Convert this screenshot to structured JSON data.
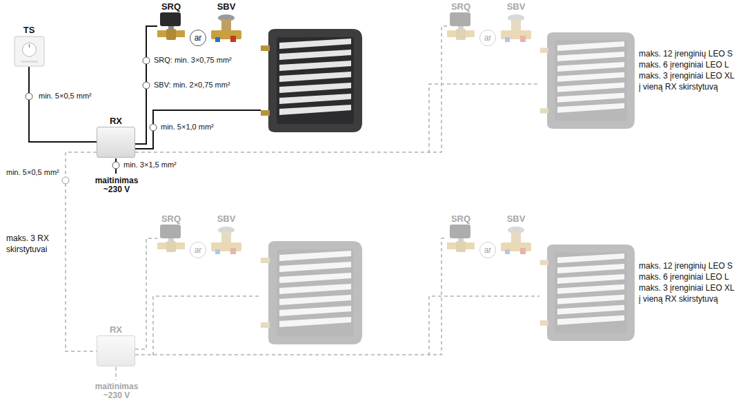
{
  "diagram": {
    "nodes": [
      {
        "text": [
          "TS"
        ]
      },
      {
        "text": [
          "SRQ"
        ]
      },
      {
        "text": [
          "ar"
        ]
      },
      {
        "text": [
          "SBV"
        ]
      },
      {
        "text": [
          "RX"
        ]
      },
      {
        "text": [
          "SRQ"
        ]
      },
      {
        "text": [
          "ar"
        ]
      },
      {
        "text": [
          "SBV"
        ]
      },
      {
        "text": [
          "RX"
        ]
      },
      {
        "text": [
          "SRQ"
        ]
      },
      {
        "text": [
          "ar"
        ]
      },
      {
        "text": [
          "SBV"
        ]
      },
      {
        "text": [
          "SRQ"
        ]
      },
      {
        "text": [
          "ar"
        ]
      },
      {
        "text": [
          "SBV"
        ]
      }
    ],
    "edges": [
      {
        "from": 0,
        "to": 4,
        "arrow": "none",
        "label": "min. 5×0,5 mm²"
      },
      {
        "from": 4,
        "to": 1,
        "arrow": "none",
        "label": "SRQ: min. 3×0,75 mm²"
      },
      {
        "from": 4,
        "to": 8,
        "arrow": "none",
        "label": "min. 5×0,5 mm²"
      },
      {
        "from": 4,
        "to": 5,
        "arrow": "none"
      },
      {
        "from": 8,
        "to": 9,
        "arrow": "none"
      },
      {
        "from": 8,
        "to": 12,
        "arrow": "none"
      }
    ],
    "labels": [
      "SBV: min. 2×0,75 mm²",
      "min. 5×1,0 mm²",
      "min. 3×1,5 mm²",
      "maitinimas ~230 V",
      "maks. 3 RX skirstytuvai",
      "maks. 12 įrenginių LEO S",
      "maks. 6 įrenginiai LEO L",
      "maks. 3 įrenginiai LEO XL",
      "į vieną RX skirstytuvą",
      "maks. 12 įrenginių LEO S",
      "maks. 6 įrenginiai LEO L",
      "maks. 3 įrenginiai LEO XL",
      "į vieną RX skirstytuvą",
      "maitinimas ~230 V"
    ]
  }
}
